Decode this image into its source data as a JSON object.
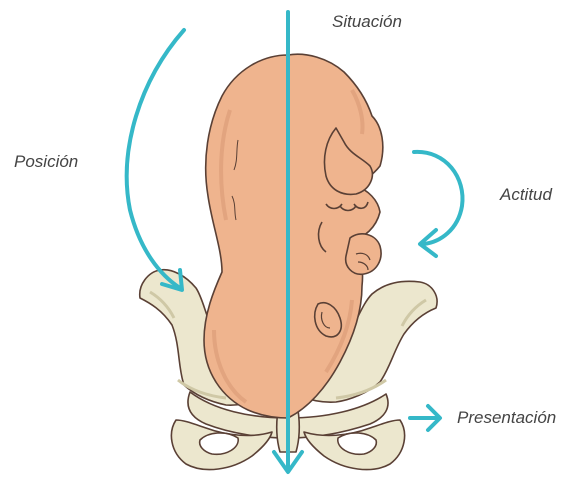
{
  "labels": {
    "situacion": "Situación",
    "posicion": "Posición",
    "actitud": "Actitud",
    "presentacion": "Presentación"
  },
  "colors": {
    "arrow": "#35B8C8",
    "skin": "#EFB48E",
    "skin_shadow": "#D99A74",
    "outline": "#5A4035",
    "bone": "#ECE7CE",
    "bone_shadow": "#CFC8A6",
    "label": "#444444"
  },
  "icons": {
    "fetus": "fetus-illustration",
    "pelvis": "pelvis-illustration"
  }
}
